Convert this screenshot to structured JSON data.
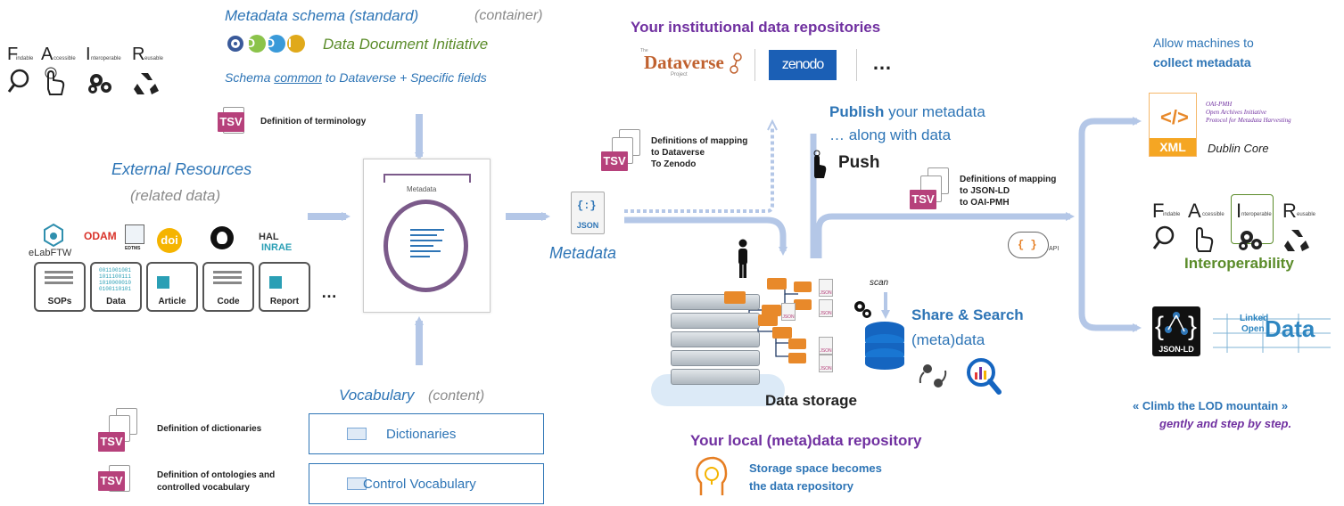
{
  "schema": {
    "title": "Metadata schema (standard)",
    "container": "(container)",
    "ddi_logo": "DDI",
    "ddi_name": "Data Document Initiative",
    "common_pre": "Schema ",
    "common_u": "common",
    "common_post": " to Dataverse + Specific fields",
    "terminology": "Definition of terminology"
  },
  "fair": {
    "F": "F",
    "F_small": "indable",
    "A": "A",
    "A_small": "ccessible",
    "I": "I",
    "I_small": "nteroperable",
    "R": "R",
    "R_small": "eusable"
  },
  "external": {
    "title": "External Resources",
    "subtitle": "(related data)",
    "elab": "eLabFTW",
    "odam": "ODAM",
    "edtms": "EDTMS",
    "doi": "doi",
    "hal": "HAL",
    "inrae": "INRAE",
    "docs": [
      "SOPs",
      "Data",
      "Article",
      "Code",
      "Report"
    ],
    "ellipsis": "…"
  },
  "center_doc": {
    "label": "Metadata"
  },
  "vocab": {
    "title": "Vocabulary",
    "content": "(content)",
    "dict_def": "Definition of dictionaries",
    "onto_def_1": "Definition of ontologies and",
    "onto_def_2": "controlled vocabulary",
    "dictionaries": "Dictionaries",
    "control": "Control Vocabulary"
  },
  "mapping1": {
    "l1": "Definitions of mapping",
    "l2": "to Dataverse",
    "l3": "To Zenodo"
  },
  "json_meta": {
    "icon": "{:}",
    "tag": "JSON",
    "label": "Metadata"
  },
  "repos": {
    "title": "Your institutional data repositories",
    "dataverse_small": "The",
    "dataverse": "Dataverse",
    "dataverse_project": "Project",
    "zenodo": "zenodo",
    "more": "…"
  },
  "publish": {
    "bold": "Publish",
    "rest": " your metadata",
    "line2": "… along with data",
    "push": "Push"
  },
  "mapping2": {
    "l1": "Definitions of mapping",
    "l2": "to JSON-LD",
    "l3": "to OAI-PMH"
  },
  "api": {
    "icon": "{ }",
    "label": "API"
  },
  "storage": {
    "label": "Data storage",
    "scan": "scan",
    "share_title": "Share & Search",
    "share_sub": "(meta)data",
    "json_tag": "JSON",
    "json_icon": "{:}"
  },
  "local": {
    "title": "Your local (meta)data repository",
    "l1": "Storage  space  becomes",
    "l2": "the data repository"
  },
  "right": {
    "allow_1": "Allow machines to",
    "allow_2": "collect metadata",
    "oai_1": "OAI-PMH",
    "oai_2": "Open Archives Initiative",
    "oai_3": "Protocol for Metadata Harvesting",
    "xml": "XML",
    "dublin": "Dublin Core",
    "interop": "Interoperability",
    "jsonld": "JSON-LD",
    "lod_linked": "Linked",
    "lod_open": "Open",
    "lod_data": "Data",
    "climb": "« Climb the LOD mountain »",
    "gently": "gently and step by step."
  },
  "colors": {
    "blue": "#2e75b6",
    "purple": "#7030a0",
    "green": "#5b8c2a",
    "arrow": "#b4c7e7",
    "tsv": "#b6417b",
    "folder": "#e8892a"
  }
}
